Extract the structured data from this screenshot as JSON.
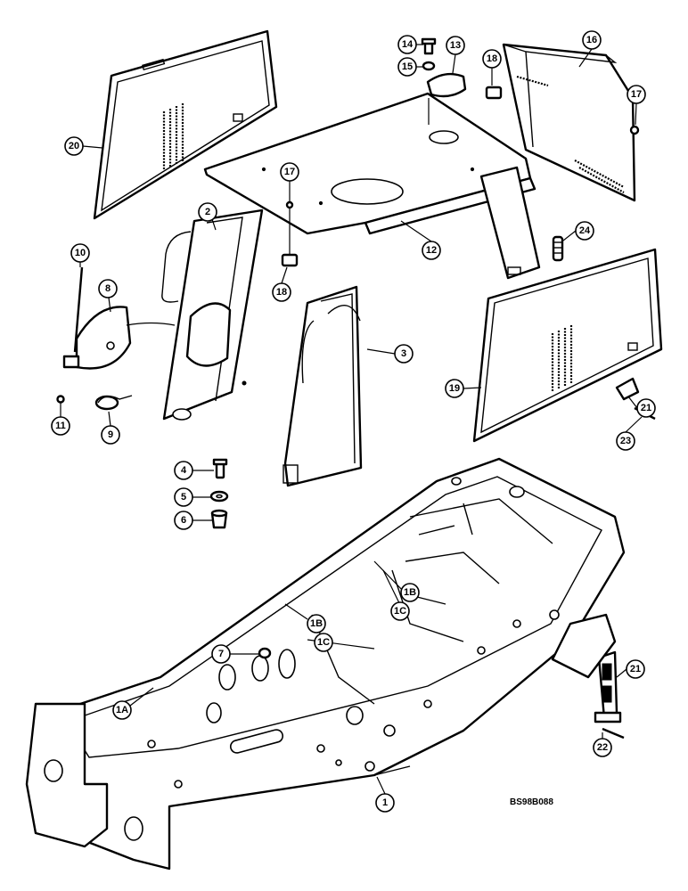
{
  "callouts": [
    {
      "id": "c1",
      "label": "1"
    },
    {
      "id": "c1a",
      "label": "1A"
    },
    {
      "id": "c1b1",
      "label": "1B"
    },
    {
      "id": "c1c1",
      "label": "1C"
    },
    {
      "id": "c1b2",
      "label": "1B"
    },
    {
      "id": "c1c2",
      "label": "1C"
    },
    {
      "id": "c2",
      "label": "2"
    },
    {
      "id": "c3",
      "label": "3"
    },
    {
      "id": "c4",
      "label": "4"
    },
    {
      "id": "c5",
      "label": "5"
    },
    {
      "id": "c6",
      "label": "6"
    },
    {
      "id": "c7",
      "label": "7"
    },
    {
      "id": "c8",
      "label": "8"
    },
    {
      "id": "c9",
      "label": "9"
    },
    {
      "id": "c10",
      "label": "10"
    },
    {
      "id": "c11",
      "label": "11"
    },
    {
      "id": "c12",
      "label": "12"
    },
    {
      "id": "c13",
      "label": "13"
    },
    {
      "id": "c14",
      "label": "14"
    },
    {
      "id": "c15",
      "label": "15"
    },
    {
      "id": "c16",
      "label": "16"
    },
    {
      "id": "c17a",
      "label": "17"
    },
    {
      "id": "c17b",
      "label": "17"
    },
    {
      "id": "c18a",
      "label": "18"
    },
    {
      "id": "c18b",
      "label": "18"
    },
    {
      "id": "c19",
      "label": "19"
    },
    {
      "id": "c20",
      "label": "20"
    },
    {
      "id": "c21a",
      "label": "21"
    },
    {
      "id": "c21b",
      "label": "21"
    },
    {
      "id": "c22",
      "label": "22"
    },
    {
      "id": "c23",
      "label": "23"
    },
    {
      "id": "c24",
      "label": "24"
    }
  ],
  "reference_code": "BS98B088"
}
